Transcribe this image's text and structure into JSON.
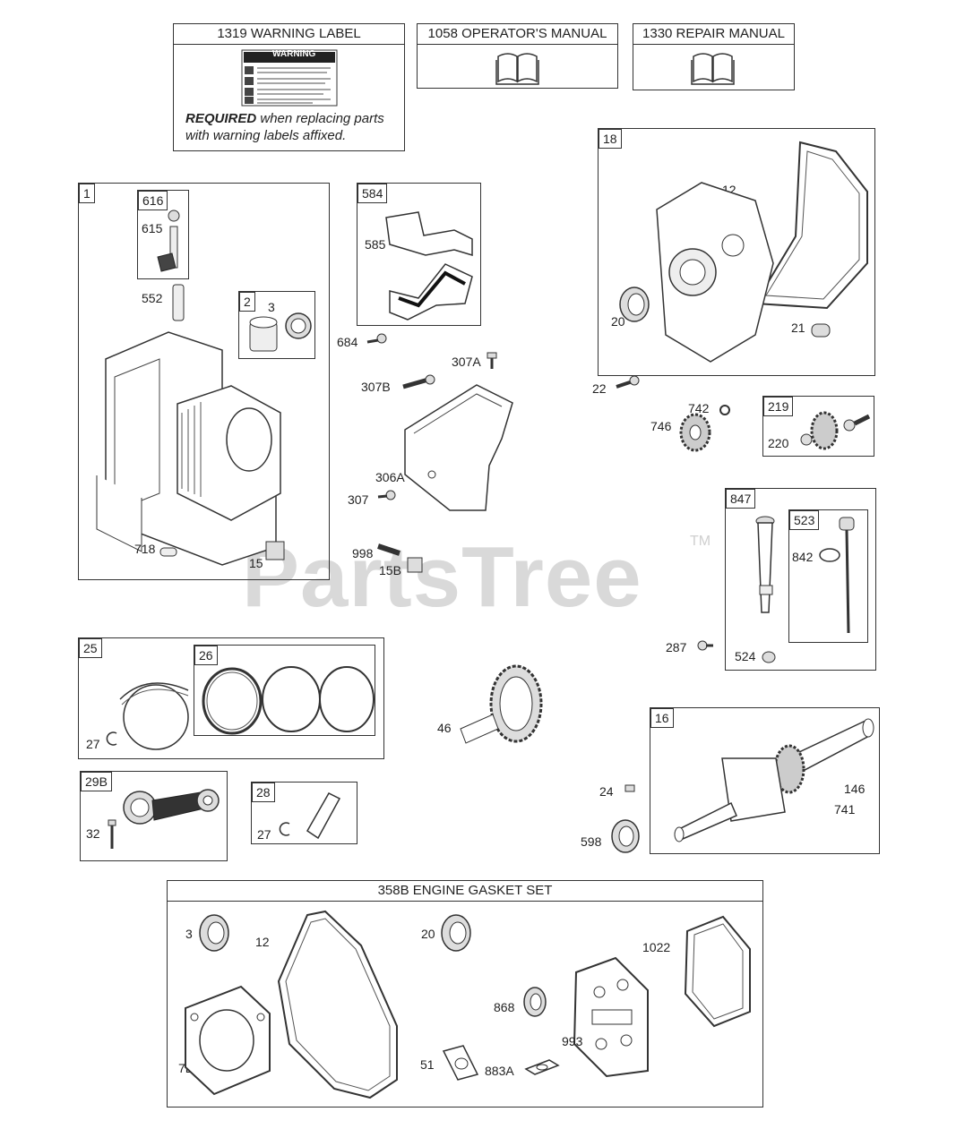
{
  "watermark": {
    "text": "PartsTree",
    "tm": "TM"
  },
  "headers": {
    "warning_label": "1319 WARNING LABEL",
    "operators_manual": "1058 OPERATOR'S MANUAL",
    "repair_manual": "1330 REPAIR MANUAL",
    "gasket_set": "358B ENGINE GASKET SET"
  },
  "warning_note": {
    "bold": "REQUIRED",
    "line1_rest": " when replacing parts",
    "line2": "with warning labels affixed."
  },
  "warning_sticker_title": "WARNING",
  "tags": {
    "t1": "1",
    "t616": "616",
    "t2": "2",
    "t584": "584",
    "t18": "18",
    "t219": "219",
    "t847": "847",
    "t523": "523",
    "t25": "25",
    "t26": "26",
    "t16": "16",
    "t29B": "29B",
    "t28": "28"
  },
  "labels": {
    "l615": "615",
    "l552": "552",
    "l3a": "3",
    "l718": "718",
    "l15": "15",
    "l585": "585",
    "l684": "684",
    "l307A": "307A",
    "l307B": "307B",
    "l306A": "306A",
    "l307": "307",
    "l998": "998",
    "l15B": "15B",
    "l12a": "12",
    "l20a": "20",
    "l21": "21",
    "l22": "22",
    "l742": "742",
    "l746": "746",
    "l220": "220",
    "l842": "842",
    "l287": "287",
    "l524": "524",
    "l27a": "27",
    "l46": "46",
    "l24": "24",
    "l146": "146",
    "l741": "741",
    "l598": "598",
    "l32": "32",
    "l27b": "27",
    "l3b": "3",
    "l12b": "12",
    "l20b": "20",
    "l1022": "1022",
    "l868": "868",
    "l993": "993",
    "l7B": "7B",
    "l51": "51",
    "l883A": "883A"
  }
}
